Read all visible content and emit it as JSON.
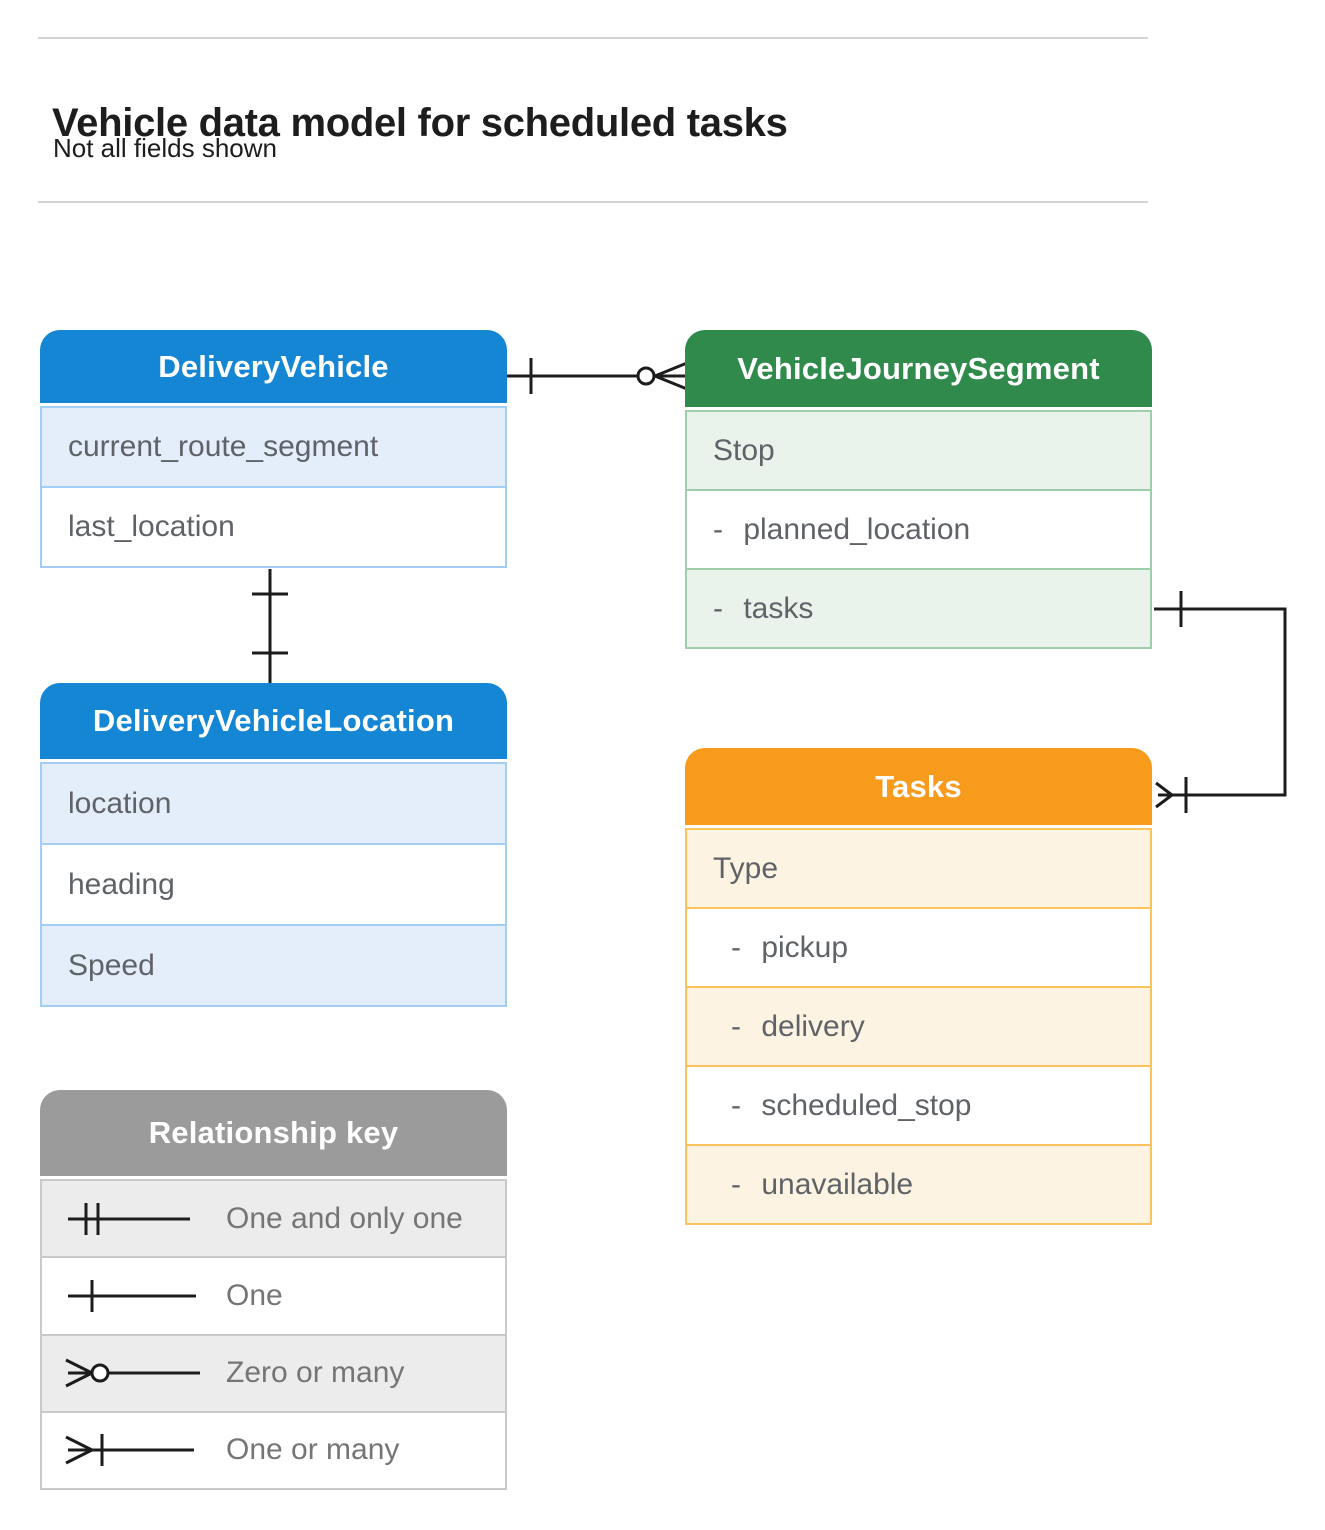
{
  "page": {
    "title": "Vehicle data model for scheduled tasks",
    "subtitle": "Not all fields shown"
  },
  "theme": {
    "blue": "#1486d4",
    "blue-light": "#e4eefb",
    "blue-border": "#a3cdf2",
    "green": "#2f8a4b",
    "green-light": "#e9f3eb",
    "green-border": "#9ecfaa",
    "orange": "#f89b1d",
    "orange-light": "#fdf3e3",
    "orange-border": "#fbc35c",
    "gray": "#9b9b9b",
    "gray-light": "#ececec",
    "gray-border": "#c9c9c9",
    "text": "#5f6368",
    "legend-text": "#757575",
    "line": "#1c1c1c"
  },
  "entities": [
    {
      "id": "delivery-vehicle",
      "title": "DeliveryVehicle",
      "accent": "blue",
      "rows": [
        {
          "label": "current_route_segment",
          "shaded": true
        },
        {
          "label": "last_location",
          "shaded": false
        }
      ]
    },
    {
      "id": "vehicle-journey-segment",
      "title": "VehicleJourneySegment",
      "accent": "green",
      "rows": [
        {
          "label": "Stop",
          "shaded": true
        },
        {
          "label": "- planned_location",
          "shaded": false
        },
        {
          "label": "- tasks",
          "shaded": true
        }
      ]
    },
    {
      "id": "delivery-vehicle-location",
      "title": "DeliveryVehicleLocation",
      "accent": "blue",
      "rows": [
        {
          "label": "location",
          "shaded": true
        },
        {
          "label": "heading",
          "shaded": false
        },
        {
          "label": "Speed",
          "shaded": true
        }
      ]
    },
    {
      "id": "tasks",
      "title": "Tasks",
      "accent": "orange",
      "rows": [
        {
          "label": "Type",
          "shaded": true
        },
        {
          "label": "- pickup",
          "shaded": false,
          "indent": true
        },
        {
          "label": "- delivery",
          "shaded": true,
          "indent": true
        },
        {
          "label": "- scheduled_stop",
          "shaded": false,
          "indent": true
        },
        {
          "label": "- unavailable",
          "shaded": true,
          "indent": true
        }
      ]
    }
  ],
  "legend": {
    "title": "Relationship key",
    "items": [
      {
        "symbol": "one-and-only-one",
        "label": "One and only one"
      },
      {
        "symbol": "one",
        "label": "One"
      },
      {
        "symbol": "zero-or-many",
        "label": "Zero or many"
      },
      {
        "symbol": "one-or-many",
        "label": "One or many"
      }
    ]
  },
  "relationships": [
    {
      "from": "DeliveryVehicle",
      "to": "VehicleJourneySegment",
      "from_cardinality": "one",
      "to_cardinality": "zero-or-many"
    },
    {
      "from": "DeliveryVehicle",
      "to": "DeliveryVehicleLocation",
      "from_cardinality": "one",
      "to_cardinality": "one"
    },
    {
      "from": "VehicleJourneySegment.tasks",
      "to": "Tasks",
      "from_cardinality": "one",
      "to_cardinality": "one-or-many"
    }
  ]
}
